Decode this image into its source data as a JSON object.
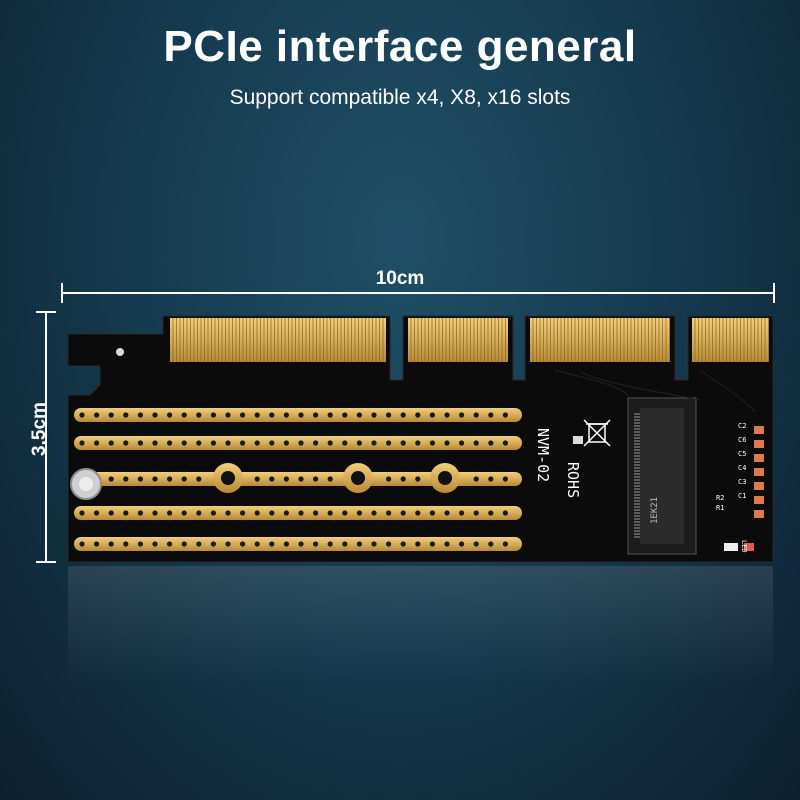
{
  "title": "PCIe interface general",
  "subtitle": "Support compatible x4, X8, x16 slots",
  "dimensions": {
    "width": "10cm",
    "height": "3.5cm"
  },
  "board": {
    "rohs": "ROHS",
    "model": "NVM-02",
    "chip_text": "1EK21",
    "led": "LED",
    "cap_labels": [
      "C2",
      "C6",
      "C5",
      "C4",
      "C3",
      "C1"
    ],
    "res_labels": [
      "R2",
      "R1"
    ]
  },
  "colors": {
    "background": "#163b50",
    "pcb": "#0b0b0b",
    "gold": "#d7a94e",
    "text": "#ffffff"
  }
}
